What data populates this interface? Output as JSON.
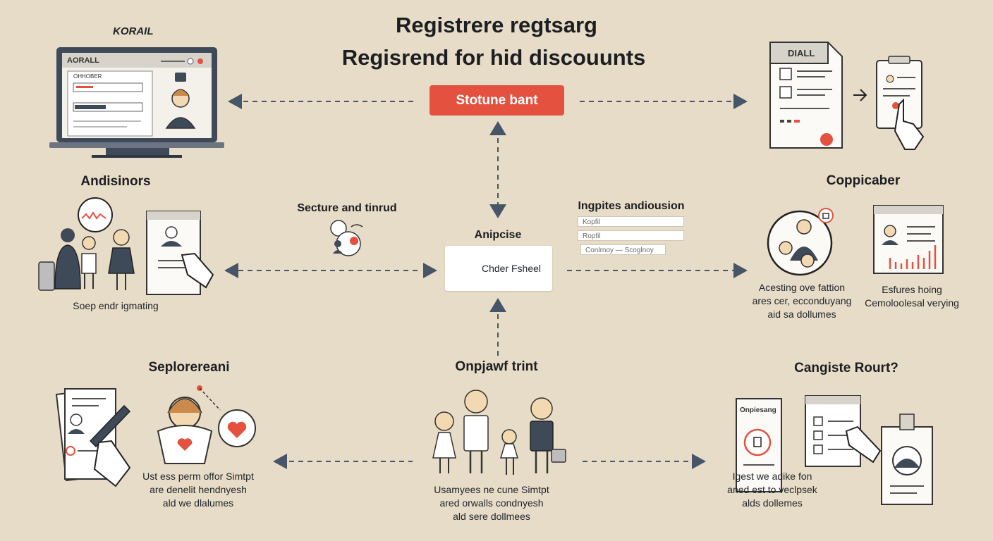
{
  "header": {
    "title_line1": "Registrere regtsarg",
    "title_line2": "Regisrend for hid discouunts"
  },
  "center": {
    "button_label": "Stotune bant",
    "card_label": "Chder Fsheel",
    "card_heading": "Anipcise"
  },
  "top_left": {
    "brand": "KORAIL",
    "screen_brand": "AORALL",
    "screen_field_label": "OHHOBER"
  },
  "top_right": {
    "doc_title": "DIALL"
  },
  "sections": {
    "mid_left_heading": "Andisinors",
    "mid_left_caption": "Soep endr igmating",
    "mid_center_left_heading": "Secture and tinrud",
    "mid_center_right_heading": "Ingpites andiousion",
    "mid_center_right_fields": [
      "Kopfil",
      "Ropfil",
      "Conlrnoy — Scoglnoy"
    ],
    "mid_right_heading": "Coppicaber",
    "mid_right_caption_a": [
      "Acesting ove fattion",
      "ares cer, ecconduyang",
      "aid sa dollumes"
    ],
    "mid_right_caption_b": [
      "Esfures hoing",
      "Cemoloolesal verying"
    ],
    "bottom_left_heading": "Seplorereani",
    "bottom_left_caption": [
      "Ust ess perm offor Simtpt",
      "are denelit hendnyesh",
      "ald we dlalumes"
    ],
    "bottom_center_heading": "Onpjawf trint",
    "bottom_center_caption": [
      "Usamyees ne cune Simtpt",
      "ared orwalls condnyesh",
      "ald sere dollmees"
    ],
    "bottom_right_heading": "Cangiste Rourt?",
    "bottom_right_caption": [
      "Igest we adike fon",
      "aned est to veclpsek",
      "alds dollemes"
    ],
    "bottom_right_doc_title": "Onpiesang"
  },
  "colors": {
    "background": "#e7dcc7",
    "accent_red": "#e4513f",
    "connector": "#465567",
    "dark_slate": "#3f4a58"
  }
}
